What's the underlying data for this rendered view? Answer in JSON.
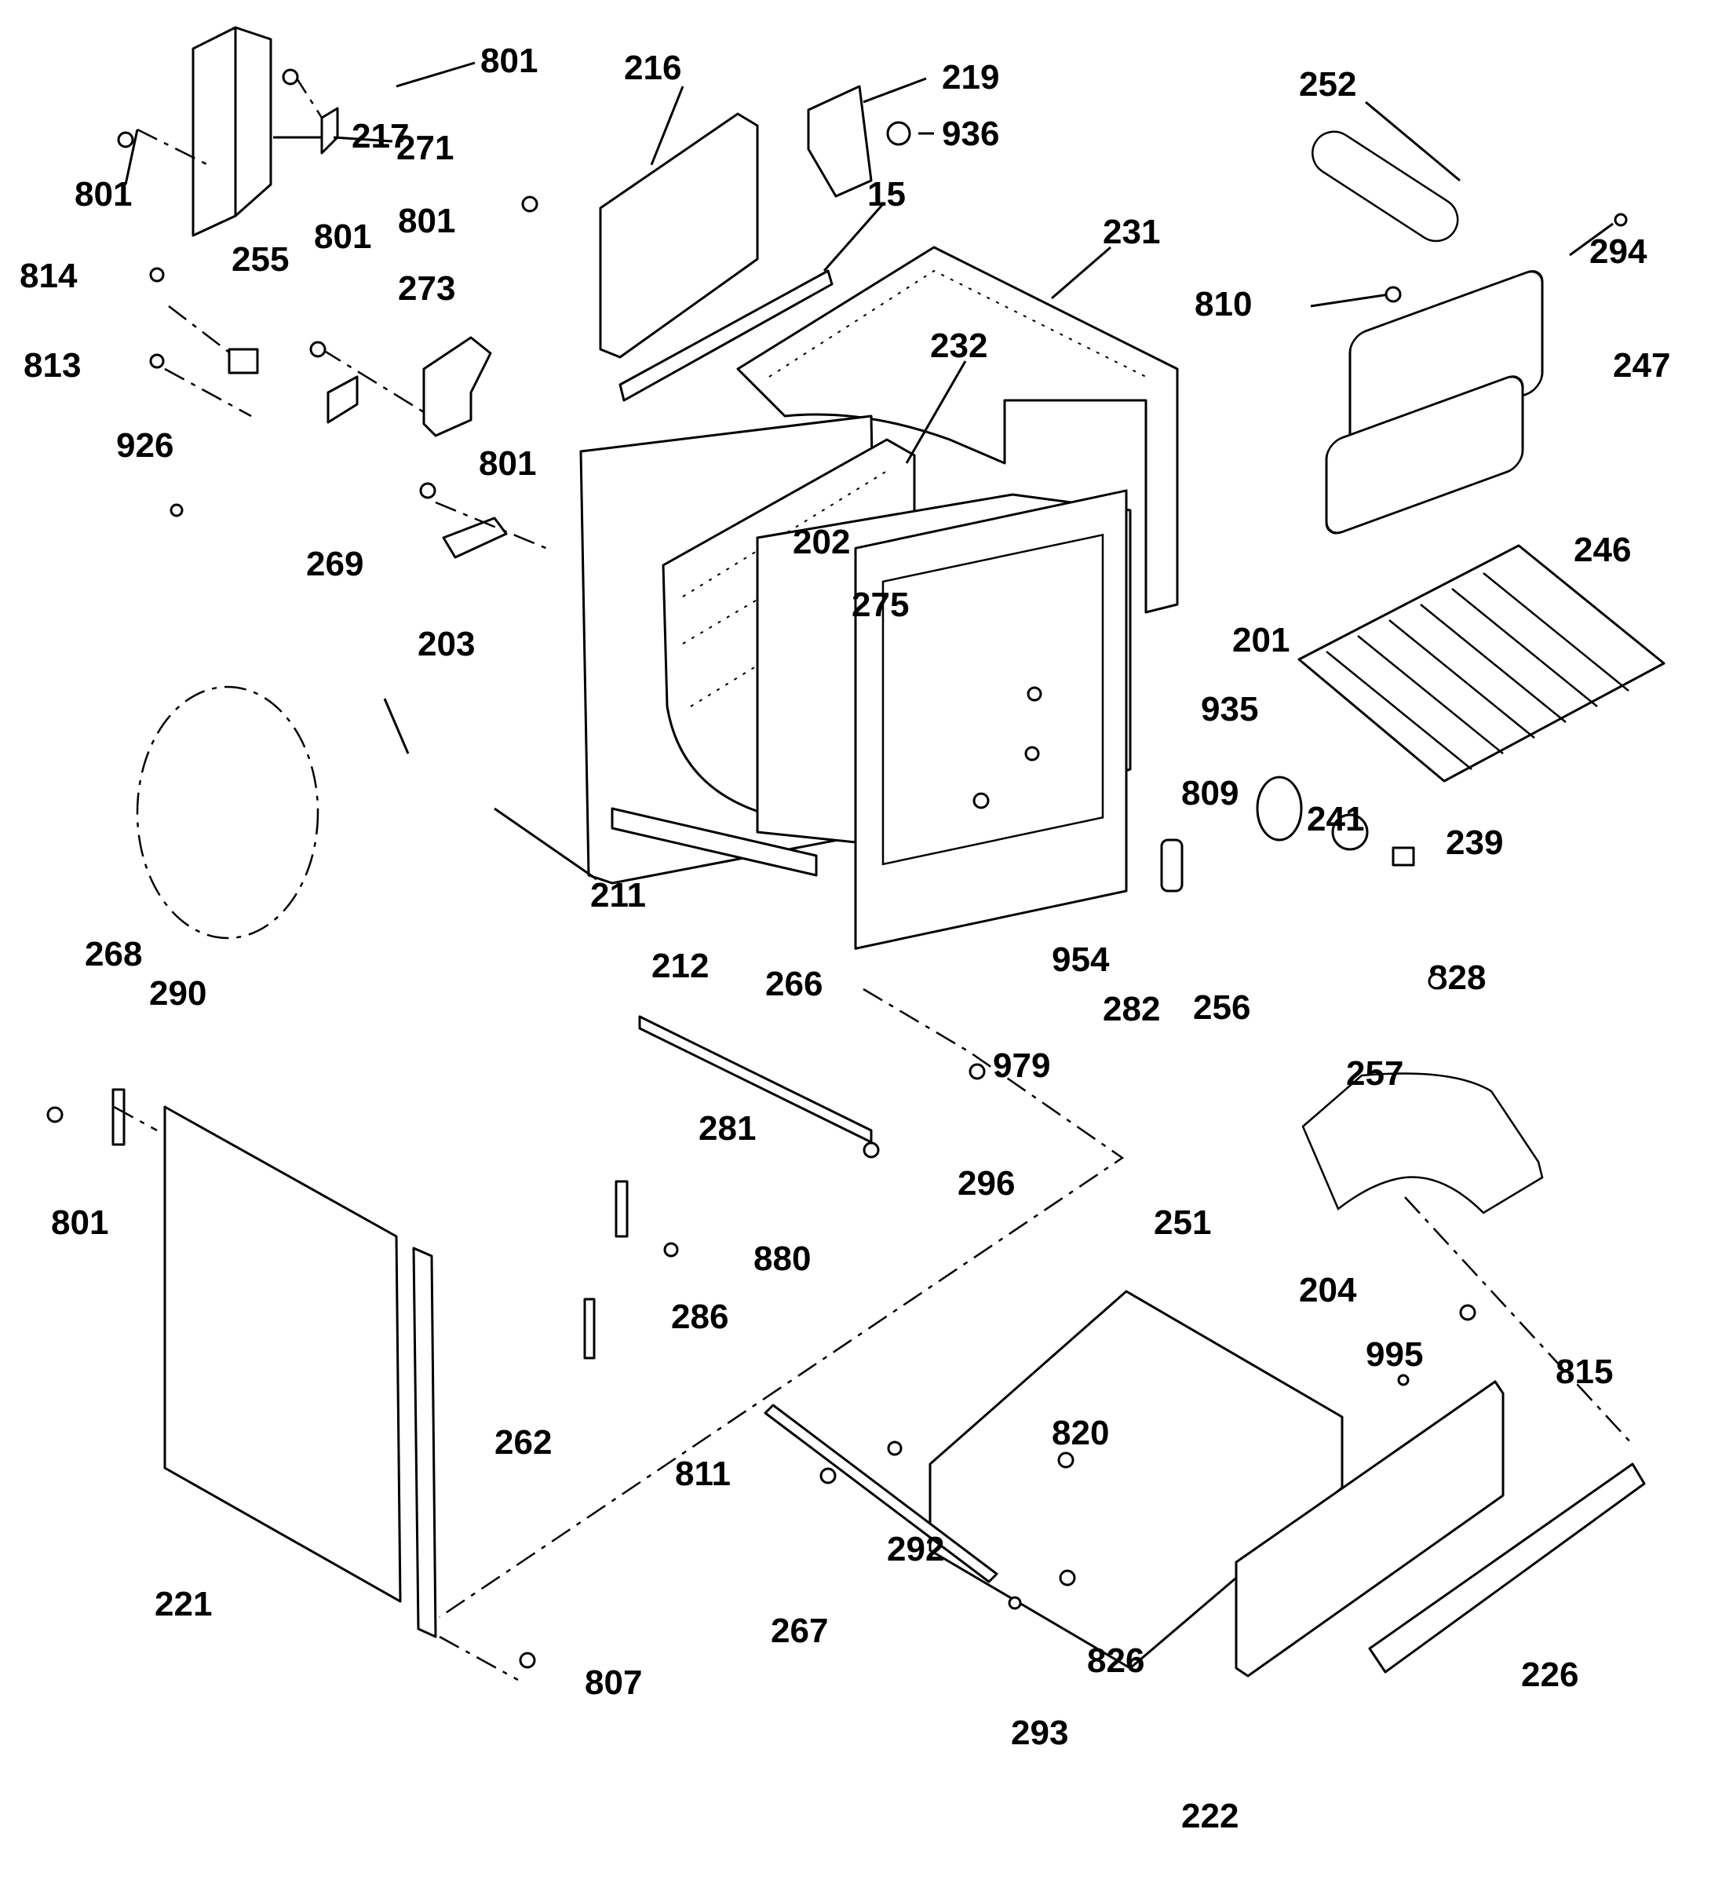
{
  "diagram": {
    "title": "Range body exploded parts diagram",
    "colors": {
      "ink": "#000000",
      "paper": "#ffffff"
    },
    "callouts": [
      {
        "id": "801",
        "label": "801"
      },
      {
        "id": "217",
        "label": "217"
      },
      {
        "id": "801b",
        "label": "801"
      },
      {
        "id": "271",
        "label": "271"
      },
      {
        "id": "216",
        "label": "216"
      },
      {
        "id": "219",
        "label": "219"
      },
      {
        "id": "936",
        "label": "936"
      },
      {
        "id": "252",
        "label": "252"
      },
      {
        "id": "294",
        "label": "294"
      },
      {
        "id": "810",
        "label": "810"
      },
      {
        "id": "15",
        "label": "15"
      },
      {
        "id": "231",
        "label": "231"
      },
      {
        "id": "801c",
        "label": "801"
      },
      {
        "id": "814",
        "label": "814"
      },
      {
        "id": "255",
        "label": "255"
      },
      {
        "id": "801d",
        "label": "801"
      },
      {
        "id": "273",
        "label": "273"
      },
      {
        "id": "813",
        "label": "813"
      },
      {
        "id": "926",
        "label": "926"
      },
      {
        "id": "232",
        "label": "232"
      },
      {
        "id": "247",
        "label": "247"
      },
      {
        "id": "801e",
        "label": "801"
      },
      {
        "id": "246",
        "label": "246"
      },
      {
        "id": "269",
        "label": "269"
      },
      {
        "id": "202",
        "label": "202"
      },
      {
        "id": "275",
        "label": "275"
      },
      {
        "id": "203",
        "label": "203"
      },
      {
        "id": "201",
        "label": "201"
      },
      {
        "id": "935",
        "label": "935"
      },
      {
        "id": "809",
        "label": "809"
      },
      {
        "id": "241",
        "label": "241"
      },
      {
        "id": "239",
        "label": "239"
      },
      {
        "id": "211",
        "label": "211"
      },
      {
        "id": "268",
        "label": "268"
      },
      {
        "id": "212",
        "label": "212"
      },
      {
        "id": "954",
        "label": "954"
      },
      {
        "id": "282",
        "label": "282"
      },
      {
        "id": "256",
        "label": "256"
      },
      {
        "id": "828",
        "label": "828"
      },
      {
        "id": "266",
        "label": "266"
      },
      {
        "id": "290",
        "label": "290"
      },
      {
        "id": "257",
        "label": "257"
      },
      {
        "id": "979",
        "label": "979"
      },
      {
        "id": "281",
        "label": "281"
      },
      {
        "id": "296",
        "label": "296"
      },
      {
        "id": "801f",
        "label": "801"
      },
      {
        "id": "251",
        "label": "251"
      },
      {
        "id": "880",
        "label": "880"
      },
      {
        "id": "204",
        "label": "204"
      },
      {
        "id": "286",
        "label": "286"
      },
      {
        "id": "995",
        "label": "995"
      },
      {
        "id": "815",
        "label": "815"
      },
      {
        "id": "262",
        "label": "262"
      },
      {
        "id": "820",
        "label": "820"
      },
      {
        "id": "811",
        "label": "811"
      },
      {
        "id": "292",
        "label": "292"
      },
      {
        "id": "221",
        "label": "221"
      },
      {
        "id": "267",
        "label": "267"
      },
      {
        "id": "826",
        "label": "826"
      },
      {
        "id": "226",
        "label": "226"
      },
      {
        "id": "807",
        "label": "807"
      },
      {
        "id": "293",
        "label": "293"
      },
      {
        "id": "222",
        "label": "222"
      }
    ]
  }
}
